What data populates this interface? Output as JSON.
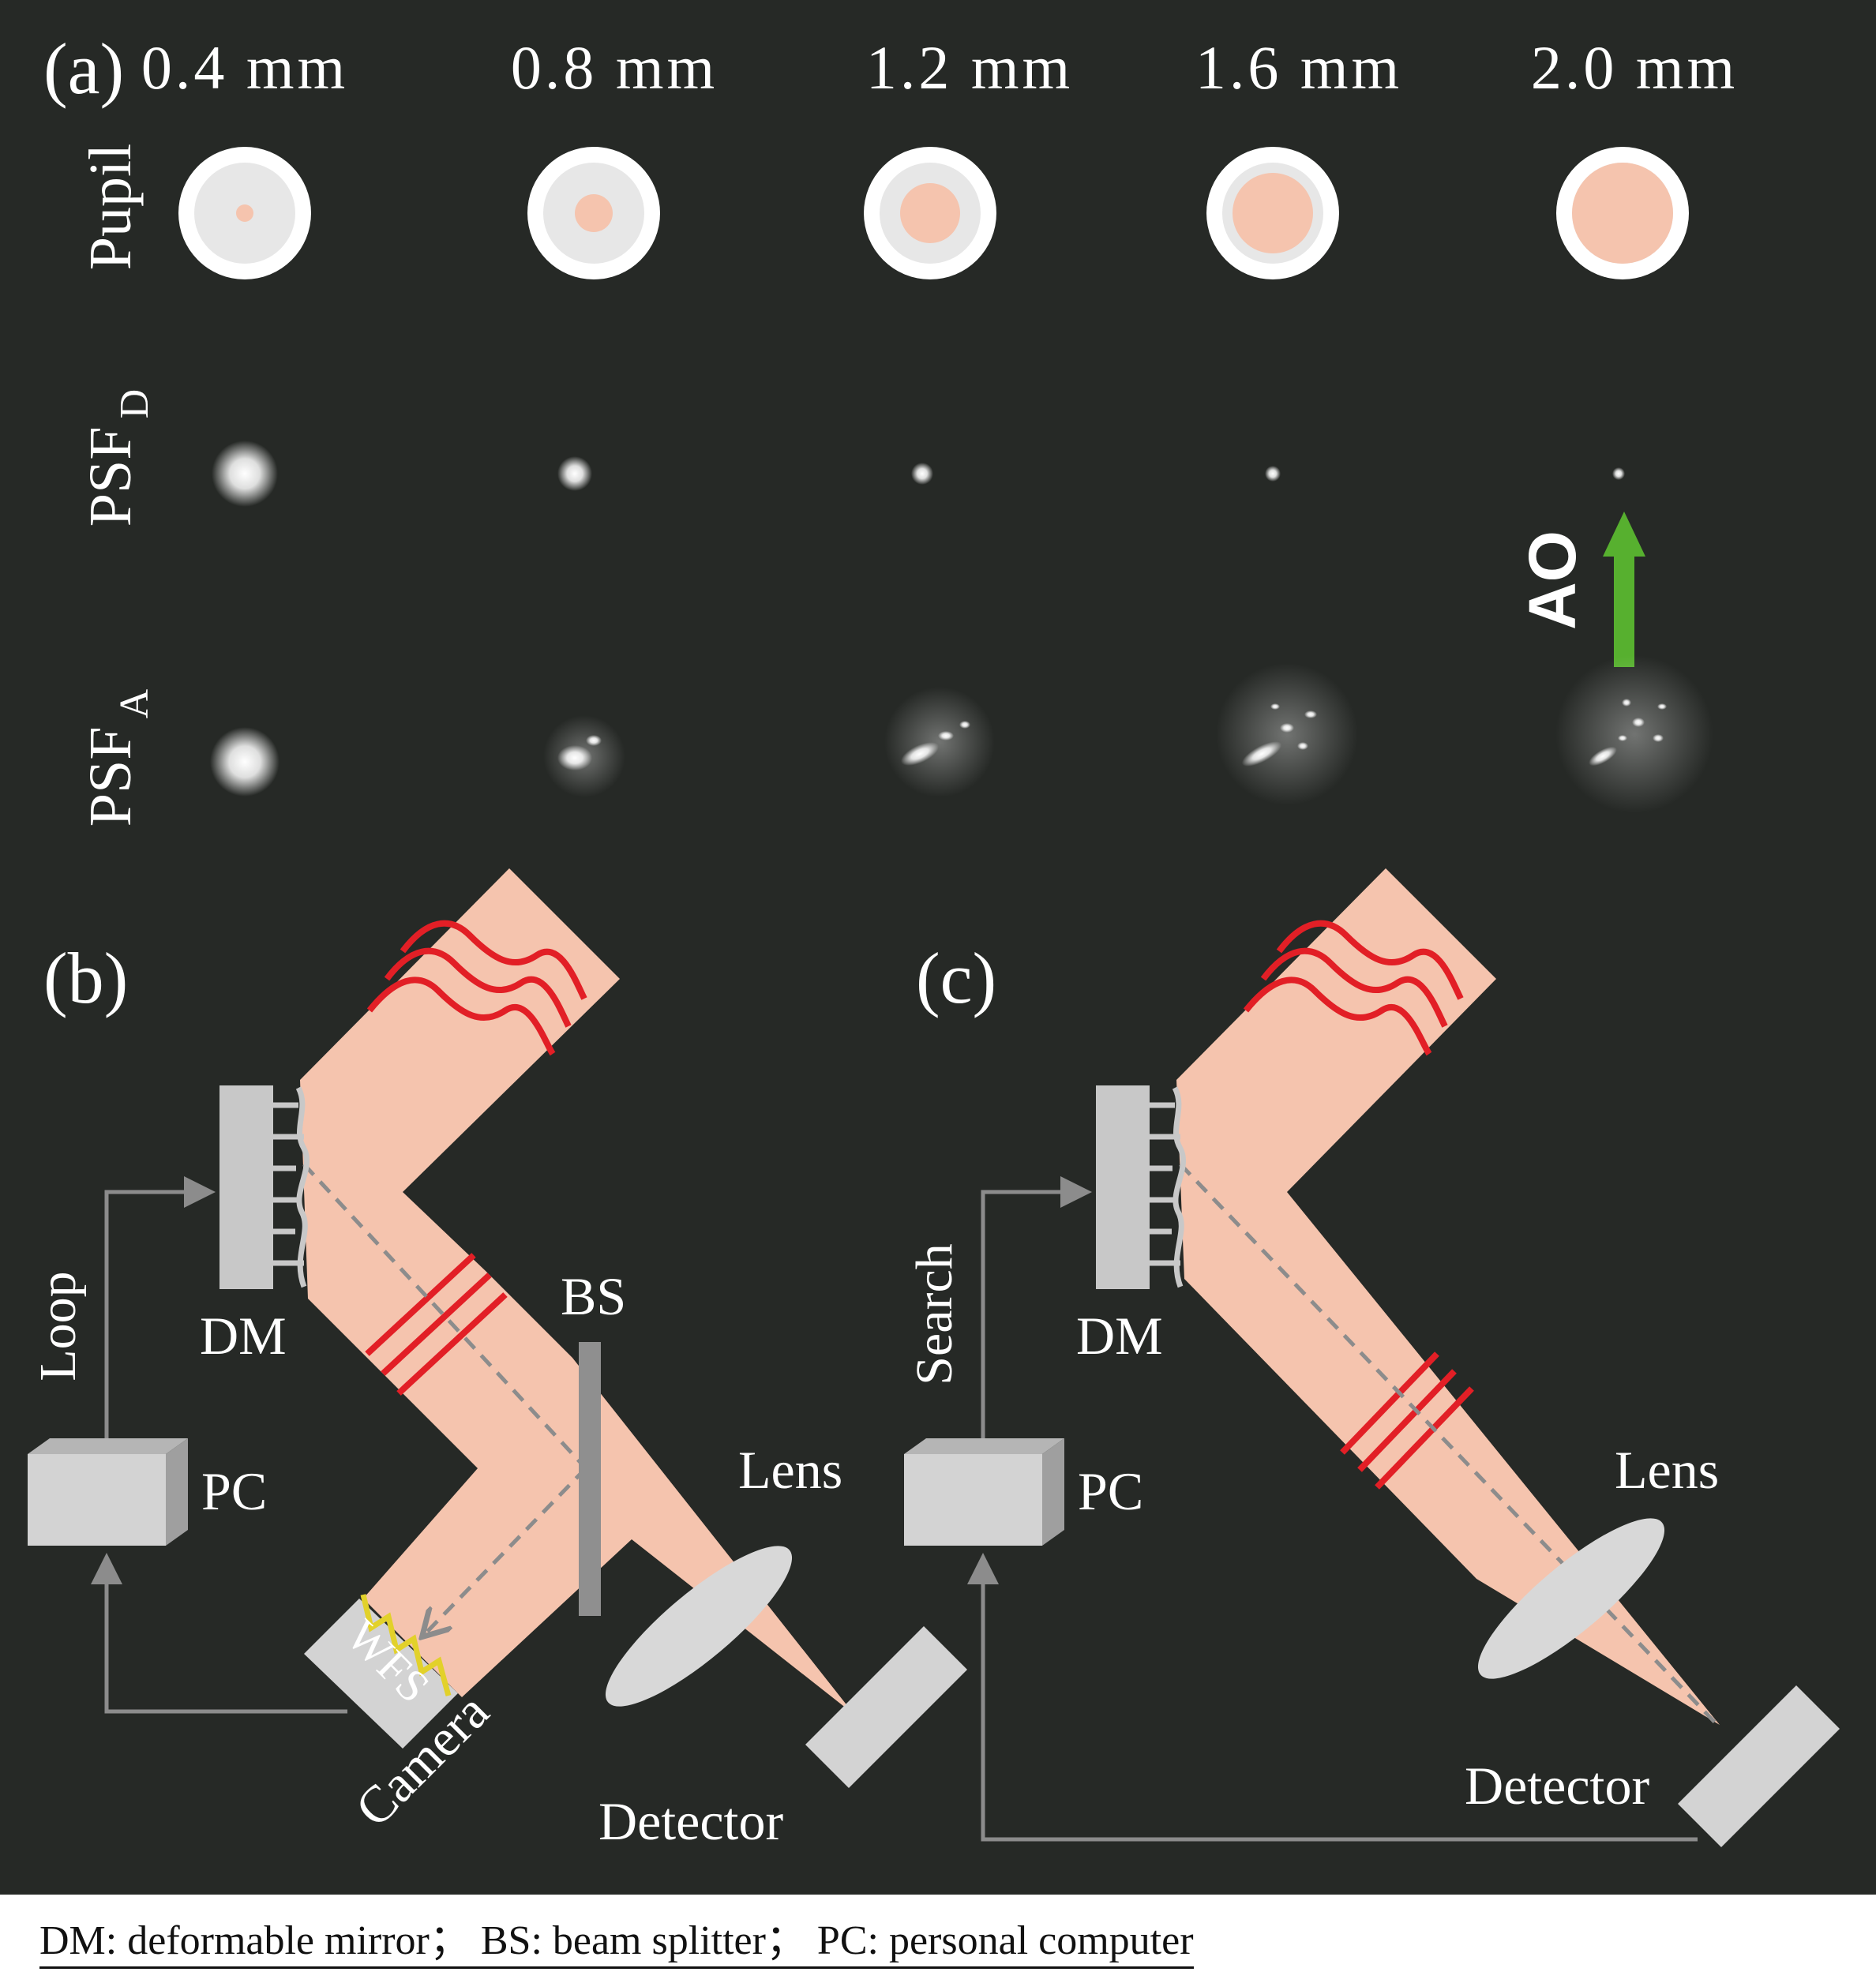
{
  "colors": {
    "background": "#262926",
    "beam": "#f5c4ae",
    "wavefront": "#e21f26",
    "component_gray": "#c8c8c8",
    "arrow_gray": "#8c8c8c",
    "pupil_ring": "#e7e7e7",
    "ao_arrow": "#57b02f",
    "text": "#ffffff"
  },
  "panel_a": {
    "label": "(a)",
    "columns": [
      "0.4 mm",
      "0.8 mm",
      "1.2 mm",
      "1.6 mm",
      "2.0 mm"
    ],
    "rows": {
      "pupil": "Pupil",
      "psf_d": {
        "main": "PSF",
        "sub": "D"
      },
      "psf_a": {
        "main": "PSF",
        "sub": "A"
      }
    },
    "ao_label": "AO"
  },
  "panel_b": {
    "label": "(b)",
    "dm": "DM",
    "bs": "BS",
    "lens": "Lens",
    "pc": "PC",
    "loop": "Loop",
    "wfs": "WFS",
    "camera": "Camera",
    "detector": "Detector"
  },
  "panel_c": {
    "label": "(c)",
    "dm": "DM",
    "lens": "Lens",
    "pc": "PC",
    "search": "Search",
    "detector": "Detector"
  },
  "caption": "DM: deformable mirror； BS: beam splitter； PC: personal computer"
}
